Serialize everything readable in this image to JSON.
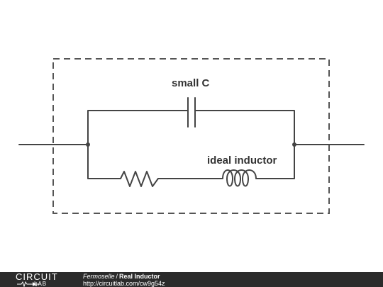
{
  "diagram": {
    "capacitor_label": "small C",
    "inductor_label": "ideal inductor"
  },
  "footer": {
    "logo_top": "CIRCUIT",
    "logo_bottom": "LAB",
    "author": "Fermoselle",
    "separator": "/",
    "title": "Real Inductor",
    "url": "http://circuitlab.com/cw9g54z"
  }
}
